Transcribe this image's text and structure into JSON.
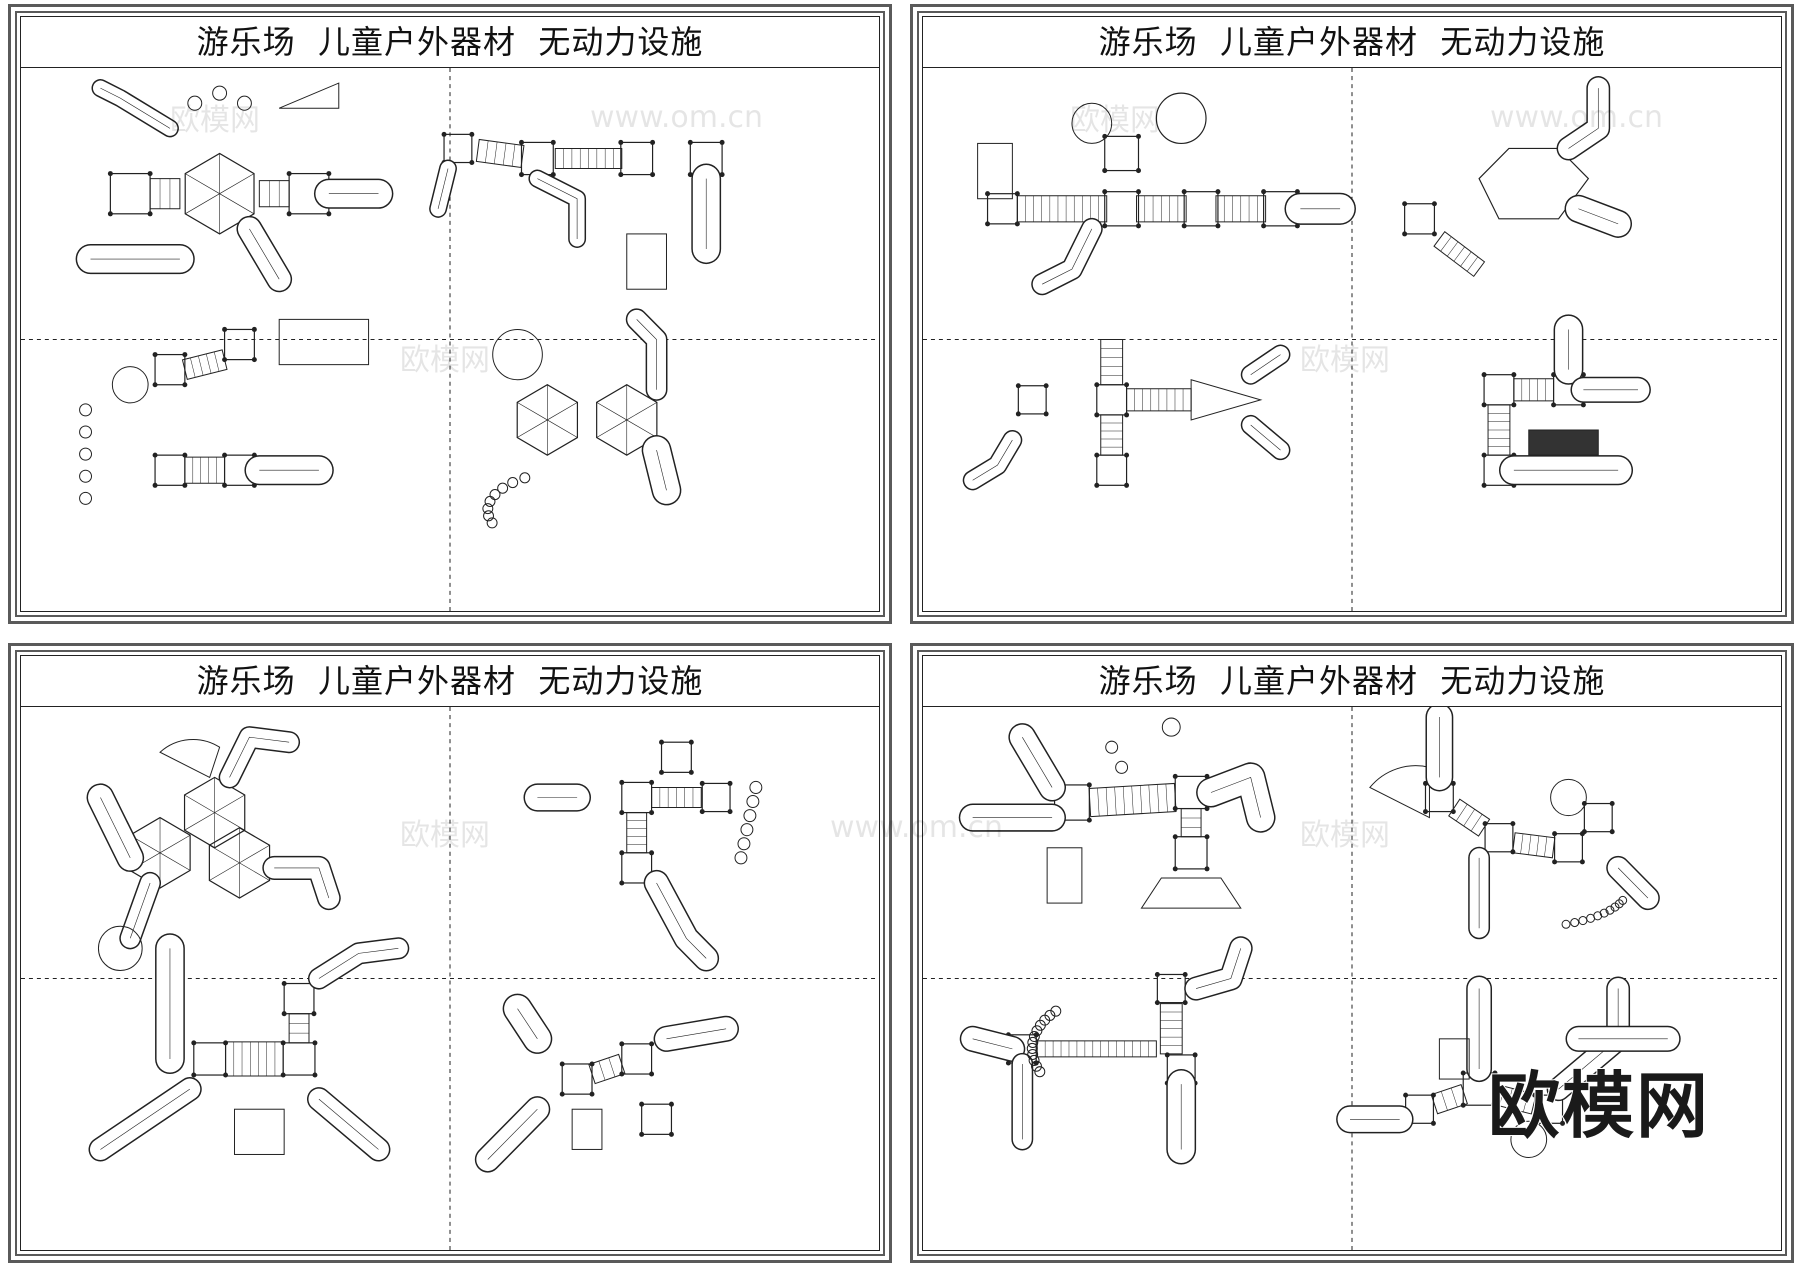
{
  "sheets": [
    {
      "title": "游乐场  儿童户外器材  无动力设施"
    },
    {
      "title": "游乐场  儿童户外器材  无动力设施"
    },
    {
      "title": "游乐场  儿童户外器材  无动力设施"
    },
    {
      "title": "游乐场  儿童户外器材  无动力设施"
    }
  ],
  "watermark": "欧模网",
  "faint_watermarks": [
    "欧模网",
    "www.om.cn"
  ],
  "colors": {
    "line": "#222222",
    "frame": "#5a5a5a",
    "background": "#ffffff"
  }
}
